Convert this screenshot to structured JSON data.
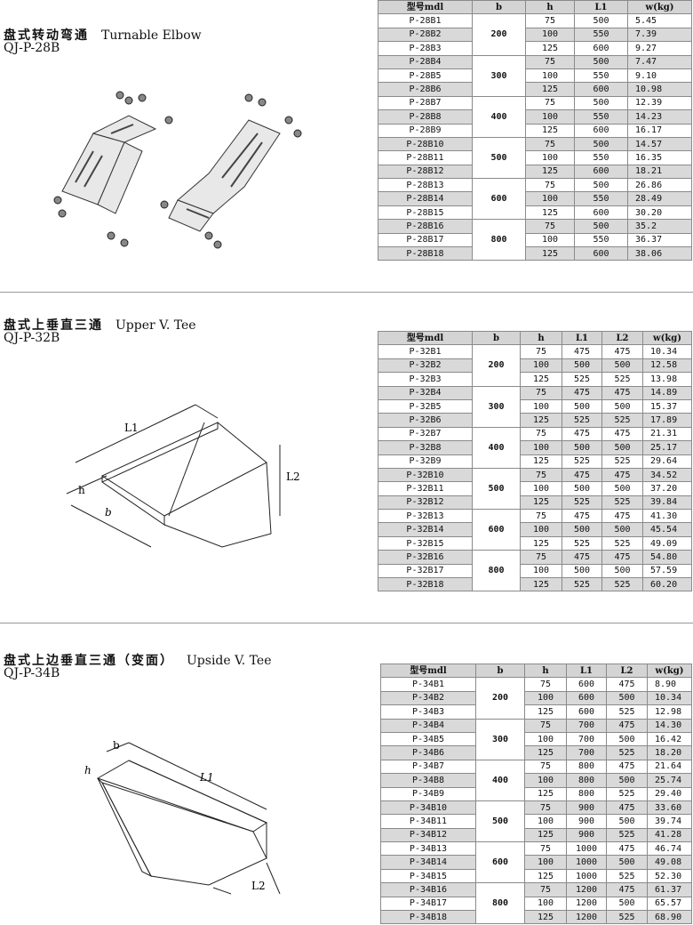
{
  "sections": [
    {
      "title_cn": "盘式转动弯通",
      "title_en": "Turnable Elbow",
      "code": "QJ-P-28B",
      "headers": [
        "型号mdl",
        "b",
        "h",
        "L1",
        "w(kg)"
      ],
      "b_groups": [
        "200",
        "300",
        "400",
        "500",
        "600",
        "800"
      ],
      "rows": [
        [
          "P-28B1",
          "75",
          "500",
          "5.45"
        ],
        [
          "P-28B2",
          "100",
          "550",
          "7.39"
        ],
        [
          "P-28B3",
          "125",
          "600",
          "9.27"
        ],
        [
          "P-28B4",
          "75",
          "500",
          "7.47"
        ],
        [
          "P-28B5",
          "100",
          "550",
          "9.10"
        ],
        [
          "P-28B6",
          "125",
          "600",
          "10.98"
        ],
        [
          "P-28B7",
          "75",
          "500",
          "12.39"
        ],
        [
          "P-28B8",
          "100",
          "550",
          "14.23"
        ],
        [
          "P-28B9",
          "125",
          "600",
          "16.17"
        ],
        [
          "P-28B10",
          "75",
          "500",
          "14.57"
        ],
        [
          "P-28B11",
          "100",
          "550",
          "16.35"
        ],
        [
          "P-28B12",
          "125",
          "600",
          "18.21"
        ],
        [
          "P-28B13",
          "75",
          "500",
          "26.86"
        ],
        [
          "P-28B14",
          "100",
          "550",
          "28.49"
        ],
        [
          "P-28B15",
          "125",
          "600",
          "30.20"
        ],
        [
          "P-28B16",
          "75",
          "500",
          "35.2"
        ],
        [
          "P-28B17",
          "100",
          "550",
          "36.37"
        ],
        [
          "P-28B18",
          "125",
          "600",
          "38.06"
        ]
      ]
    },
    {
      "title_cn": "盘式上垂直三通",
      "title_en": "Upper V. Tee",
      "code": "QJ-P-32B",
      "headers": [
        "型号mdl",
        "b",
        "h",
        "L1",
        "L2",
        "w(kg)"
      ],
      "b_groups": [
        "200",
        "300",
        "400",
        "500",
        "600",
        "800"
      ],
      "drawing_labels": {
        "l1": "L1",
        "l2": "L2",
        "h": "h",
        "b": "b"
      },
      "rows": [
        [
          "P-32B1",
          "75",
          "475",
          "475",
          "10.34"
        ],
        [
          "P-32B2",
          "100",
          "500",
          "500",
          "12.58"
        ],
        [
          "P-32B3",
          "125",
          "525",
          "525",
          "13.98"
        ],
        [
          "P-32B4",
          "75",
          "475",
          "475",
          "14.89"
        ],
        [
          "P-32B5",
          "100",
          "500",
          "500",
          "15.37"
        ],
        [
          "P-32B6",
          "125",
          "525",
          "525",
          "17.89"
        ],
        [
          "P-32B7",
          "75",
          "475",
          "475",
          "21.31"
        ],
        [
          "P-32B8",
          "100",
          "500",
          "500",
          "25.17"
        ],
        [
          "P-32B9",
          "125",
          "525",
          "525",
          "29.64"
        ],
        [
          "P-32B10",
          "75",
          "475",
          "475",
          "34.52"
        ],
        [
          "P-32B11",
          "100",
          "500",
          "500",
          "37.20"
        ],
        [
          "P-32B12",
          "125",
          "525",
          "525",
          "39.84"
        ],
        [
          "P-32B13",
          "75",
          "475",
          "475",
          "41.30"
        ],
        [
          "P-32B14",
          "100",
          "500",
          "500",
          "45.54"
        ],
        [
          "P-32B15",
          "125",
          "525",
          "525",
          "49.09"
        ],
        [
          "P-32B16",
          "75",
          "475",
          "475",
          "54.80"
        ],
        [
          "P-32B17",
          "100",
          "500",
          "500",
          "57.59"
        ],
        [
          "P-32B18",
          "125",
          "525",
          "525",
          "60.20"
        ]
      ]
    },
    {
      "title_cn": "盘式上边垂直三通（变面）",
      "title_en": "Upside V. Tee",
      "code": "QJ-P-34B",
      "headers": [
        "型号mdl",
        "b",
        "h",
        "L1",
        "L2",
        "w(kg)"
      ],
      "b_groups": [
        "200",
        "300",
        "400",
        "500",
        "600",
        "800"
      ],
      "drawing_labels": {
        "l1": "L1",
        "l2": "L2",
        "h": "h",
        "b": "b"
      },
      "rows": [
        [
          "P-34B1",
          "75",
          "600",
          "475",
          "8.90"
        ],
        [
          "P-34B2",
          "100",
          "600",
          "500",
          "10.34"
        ],
        [
          "P-34B3",
          "125",
          "600",
          "525",
          "12.98"
        ],
        [
          "P-34B4",
          "75",
          "700",
          "475",
          "14.30"
        ],
        [
          "P-34B5",
          "100",
          "700",
          "500",
          "16.42"
        ],
        [
          "P-34B6",
          "125",
          "700",
          "525",
          "18.20"
        ],
        [
          "P-34B7",
          "75",
          "800",
          "475",
          "21.64"
        ],
        [
          "P-34B8",
          "100",
          "800",
          "500",
          "25.74"
        ],
        [
          "P-34B9",
          "125",
          "800",
          "525",
          "29.40"
        ],
        [
          "P-34B10",
          "75",
          "900",
          "475",
          "33.60"
        ],
        [
          "P-34B11",
          "100",
          "900",
          "500",
          "39.74"
        ],
        [
          "P-34B12",
          "125",
          "900",
          "525",
          "41.28"
        ],
        [
          "P-34B13",
          "75",
          "1000",
          "475",
          "46.74"
        ],
        [
          "P-34B14",
          "100",
          "1000",
          "500",
          "49.08"
        ],
        [
          "P-34B15",
          "125",
          "1000",
          "525",
          "52.30"
        ],
        [
          "P-34B16",
          "75",
          "1200",
          "475",
          "61.37"
        ],
        [
          "P-34B17",
          "100",
          "1200",
          "500",
          "65.57"
        ],
        [
          "P-34B18",
          "125",
          "1200",
          "525",
          "68.90"
        ]
      ]
    }
  ]
}
